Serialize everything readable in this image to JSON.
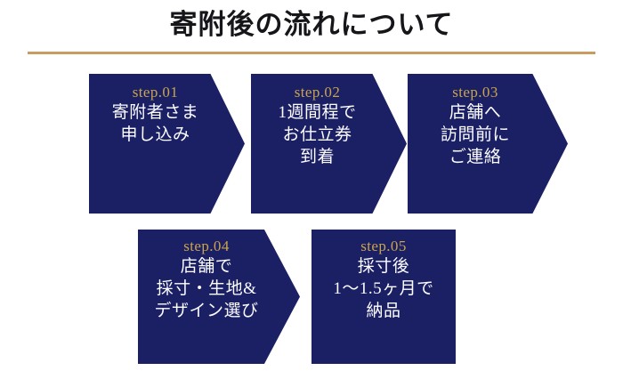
{
  "header": {
    "title": "寄附後の流れについて",
    "rule_color": "#c89b5e"
  },
  "theme": {
    "step_background": "#1b2065",
    "step_label_color": "#c9a44c",
    "step_text_color": "#ffffff",
    "title_color": "#16161a",
    "page_background": "#ffffff"
  },
  "flow": {
    "steps": [
      {
        "label": "step.01",
        "text": "寄附者さま\n申し込み",
        "shape": "arrow"
      },
      {
        "label": "step.02",
        "text": "1週間程で\nお仕立券\n到着",
        "shape": "arrow"
      },
      {
        "label": "step.03",
        "text": "店舗へ\n訪問前に\nご連絡",
        "shape": "arrow"
      },
      {
        "label": "step.04",
        "text": "店舗で\n採寸・生地&\nデザイン選び",
        "shape": "arrow"
      },
      {
        "label": "step.05",
        "text": "採寸後\n1〜1.5ヶ月で\n納品",
        "shape": "block"
      }
    ]
  }
}
